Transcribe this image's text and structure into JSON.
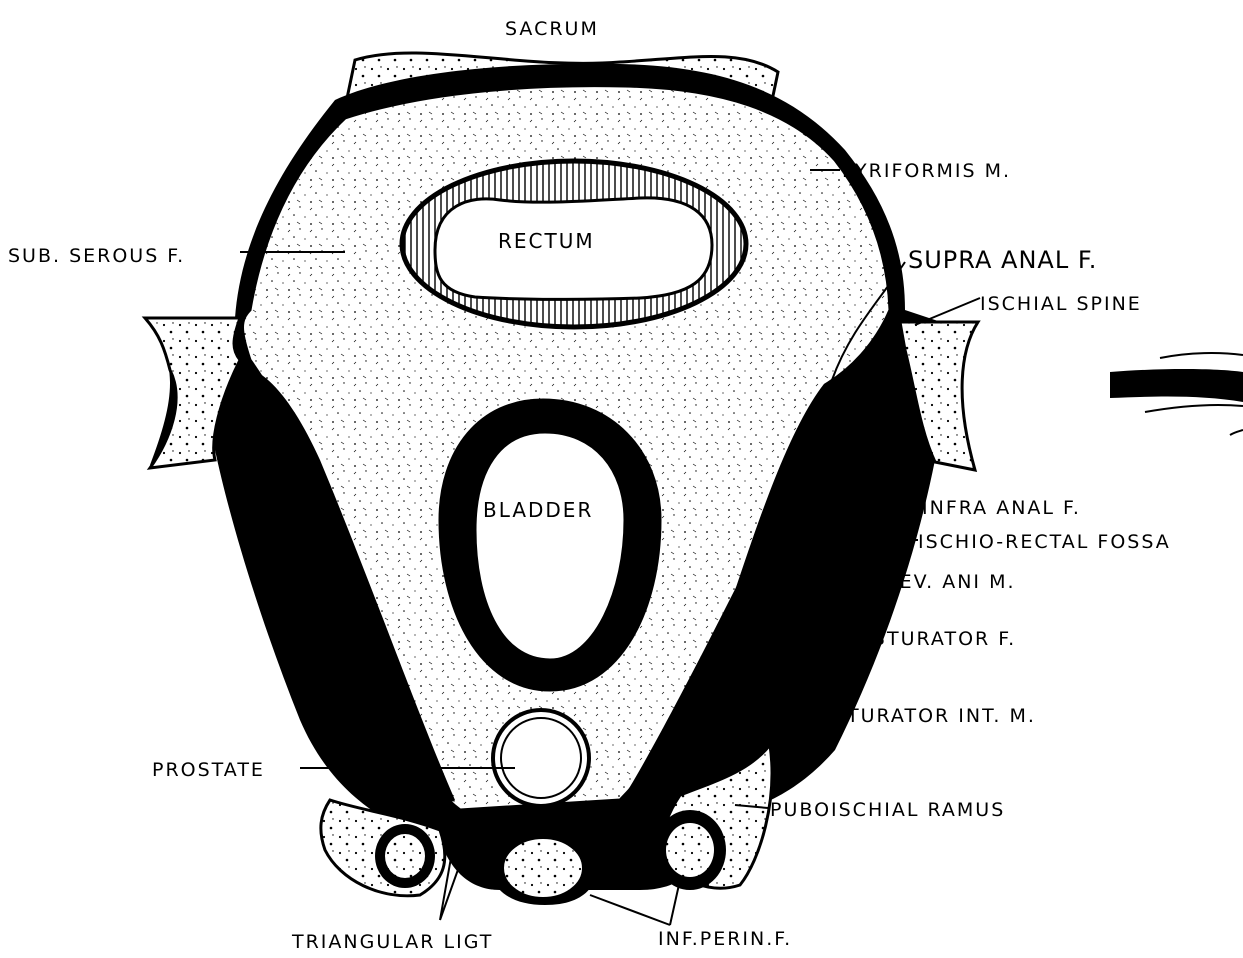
{
  "labels": {
    "sacrum": "SACRUM",
    "pyriformis": "PYRIFORMIS M.",
    "sub_serous": "SUB. SEROUS F.",
    "supra_anal": "SUPRA ANAL F.",
    "ischial_spine": "ISCHIAL SPINE",
    "rectum": "RECTUM",
    "bladder": "BLADDER",
    "infra_anal": "INFRA ANAL F.",
    "ischio_rectal": "ISCHIO-RECTAL FOSSA",
    "lev_ani": "LEV. ANI M.",
    "obturator_f": "OBTURATOR F.",
    "obturator_int": "OBTURATOR INT. M.",
    "prostate": "PROSTATE",
    "pubo_ischial": "PUBOISCHIAL RAMUS",
    "triangular": "TRIANGULAR LIGT",
    "inf_perin": "INF.PERIN.F."
  },
  "colors": {
    "ink": "#000000",
    "paper": "#ffffff"
  }
}
